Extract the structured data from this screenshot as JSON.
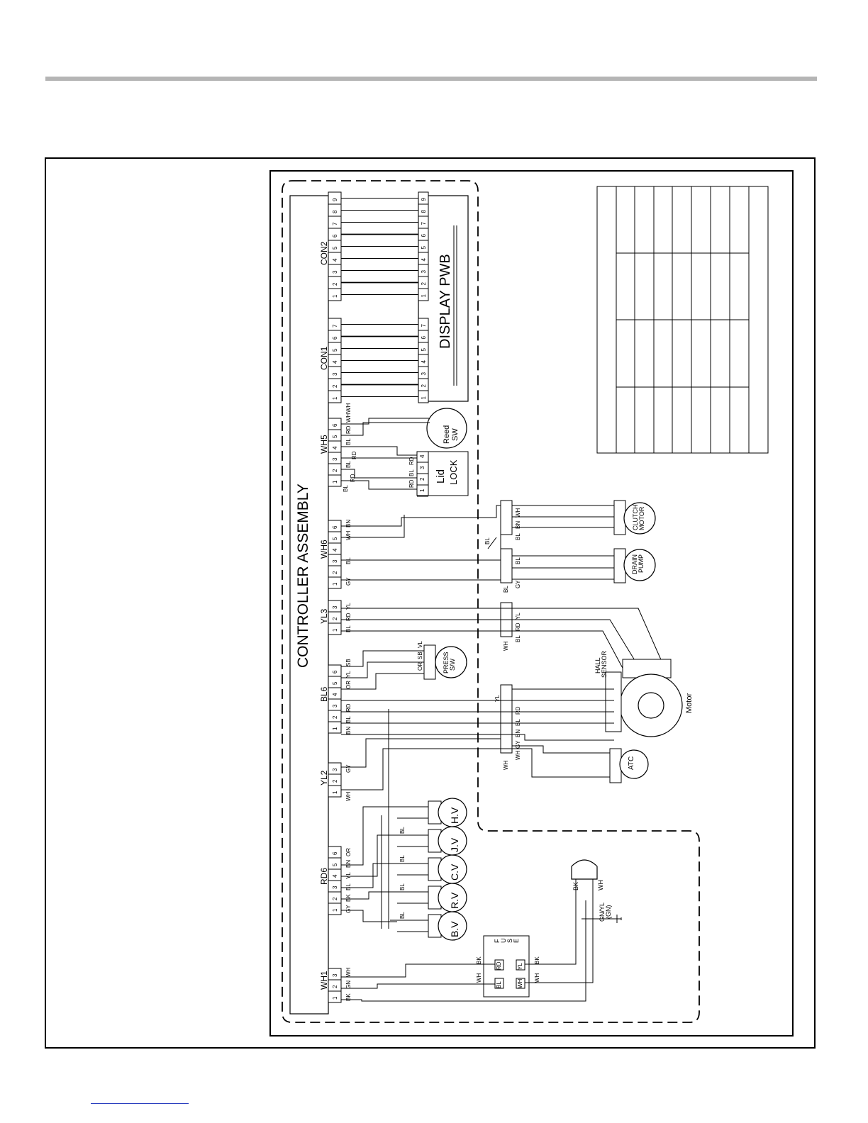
{
  "controller": {
    "title": "CONTROLLER ASSEMBLY"
  },
  "display": {
    "title": "DISPLAY PWB"
  },
  "connectors": {
    "wh1": "WH1",
    "rd6": "RD6",
    "yl2": "YL2",
    "bl6": "BL6",
    "yl3": "YL3",
    "wh6": "WH6",
    "wh5": "WH5",
    "con1": "CON1",
    "con2": "CON2"
  },
  "components": {
    "lid_lock": [
      "Lid",
      "LOCK"
    ],
    "reed_sw": [
      "Reed",
      "SW"
    ],
    "clutch_motor": [
      "CLUTCH",
      "MOTOR"
    ],
    "drain_pump": [
      "DRAIN",
      "PUMP"
    ],
    "press_sw": [
      "PRESS",
      "S/W"
    ],
    "hall_sensor": [
      "HALL",
      "SENSOR"
    ],
    "motor": "Motor",
    "atc": "ATC",
    "fuse": [
      "F",
      "U",
      "S",
      "E"
    ],
    "ground": [
      "GN/YL",
      "(GN)"
    ],
    "valves": [
      "B.V",
      "R.V",
      "C.V",
      "J.V",
      "H.V"
    ]
  },
  "wire_colors": {
    "wh1": [
      "BK",
      "GN",
      "WH"
    ],
    "rd6": [
      "GY",
      "BK",
      "BL",
      "YL",
      "BN",
      "OR"
    ],
    "yl2": [
      "WH",
      "GY"
    ],
    "bl6": [
      "BN",
      "BL",
      "RD",
      "OR",
      "YL",
      "SB"
    ],
    "yl3": [
      "BL",
      "RD",
      "YL"
    ],
    "wh6": [
      "GY",
      "BL",
      "WH",
      "BN"
    ],
    "wh5": [
      "BL",
      "RD",
      "BL",
      "RD",
      "WH",
      "WH"
    ],
    "motor_side": [
      "WH",
      "GY",
      "BN",
      "BL",
      "RD",
      "YL"
    ],
    "motor3": [
      "BL",
      "RD",
      "YL"
    ],
    "pump": [
      "GY",
      "BL"
    ],
    "clutch": [
      "BL",
      "BN",
      "WH"
    ],
    "lid": [
      "RD",
      "BL",
      "RD"
    ],
    "press": [
      "OR",
      "SB",
      "VL"
    ],
    "plug": [
      "BK",
      "WH"
    ],
    "valve_common": "BL",
    "misc": {
      "bk": "BK",
      "wh": "WH",
      "rd": "RD",
      "yl": "YL",
      "bl": "BL"
    }
  }
}
